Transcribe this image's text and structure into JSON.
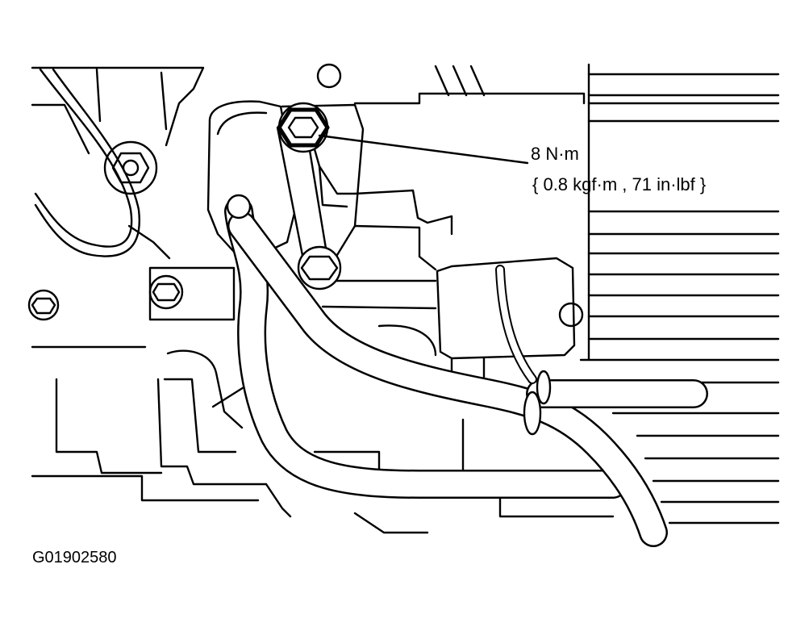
{
  "callout": {
    "torque_value": "8 N·m",
    "torque_alt": "{ 0.8 kgf·m , 71 in·lbf }"
  },
  "figure_id": "G01902580",
  "colors": {
    "line": "#000000",
    "background": "#ffffff"
  }
}
